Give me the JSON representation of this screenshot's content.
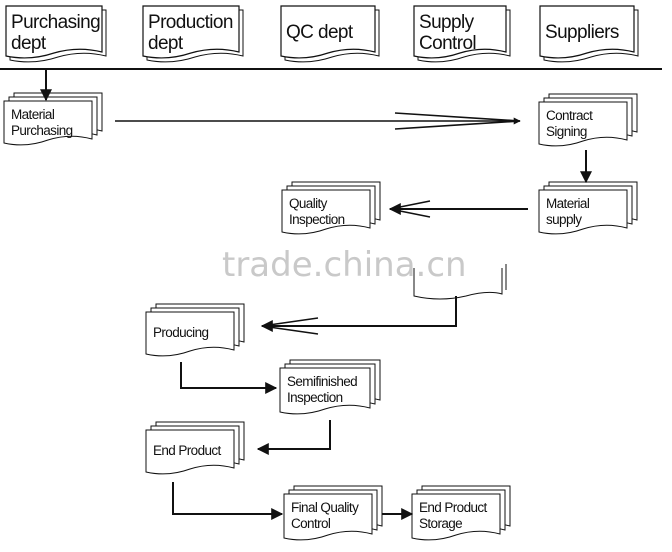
{
  "headers": [
    [
      "Purchasing",
      "dept"
    ],
    [
      "Production",
      "dept"
    ],
    [
      "QC dept"
    ],
    [
      "Supply",
      "Control"
    ],
    [
      "Suppliers"
    ]
  ],
  "boxes": {
    "material_purchasing": [
      "Material",
      "Purchasing"
    ],
    "contract_signing": [
      "Contract",
      "Signing"
    ],
    "material_supply": [
      "Material",
      "supply"
    ],
    "quality_inspection": [
      "Quality",
      "Inspection"
    ],
    "producing": [
      "Producing"
    ],
    "semifinished_inspection": [
      "Semifinished",
      "Inspection"
    ],
    "end_product": [
      "End Product"
    ],
    "final_quality_control": [
      "Final Quality",
      "Control"
    ],
    "end_product_storage": [
      "End Product",
      "Storage"
    ]
  },
  "watermark": "trade.china.cn",
  "colors": {
    "ink": "#111111",
    "paper": "#ffffff",
    "watermark": "#c9c9c9"
  }
}
